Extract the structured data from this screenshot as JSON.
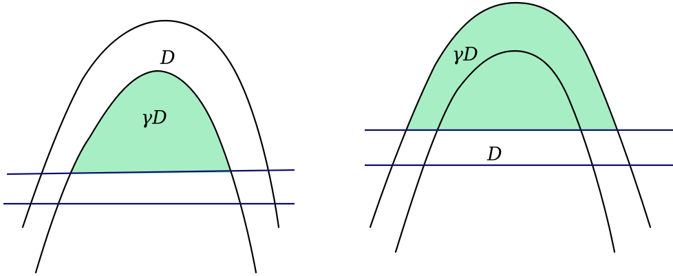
{
  "colors": {
    "region_fill": "#a8eec5",
    "curve_stroke": "#000000",
    "line_stroke": "#0d0d6b",
    "background": "#ffffff"
  },
  "panels": [
    {
      "id": "left",
      "labels": {
        "outer": "D",
        "inner": "γD"
      }
    },
    {
      "id": "right",
      "labels": {
        "outer": "γD",
        "inner": "D"
      }
    }
  ]
}
